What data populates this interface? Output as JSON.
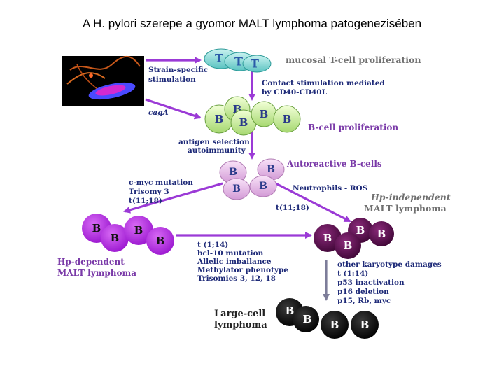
{
  "title": "A H. pylori szerepe a gyomor MALT lymphoma patogenezisében",
  "cell_letters": {
    "t": "T",
    "b": "B"
  },
  "labels": {
    "strain_specific_1": "Strain-specific",
    "strain_specific_2": "stimulation",
    "caga": "cagA",
    "mucosal_t": "mucosal T-cell proliferation",
    "contact_1": "Contact stimulation mediated",
    "contact_2": "by CD40-CD40L",
    "bcell_prolif": "B-cell proliferation",
    "antigen_1": "antigen selection",
    "antigen_2": "autoimmunity",
    "autoreactive": "Autoreactive B-cells",
    "cmyc_1": "c-myc mutation",
    "cmyc_2": "Trisomy 3",
    "cmyc_3": "t(11;18)",
    "neutrophils": "Neutrophils - ROS",
    "hp_indep_1": "Hp-independent",
    "hp_indep_2": "MALT lymphoma",
    "t1118": "t(11;18)",
    "hp_dep_1": "Hp-dependent",
    "hp_dep_2": "MALT lymphoma",
    "mut_1": "t (1;14)",
    "mut_2": "bcl-10 mutation",
    "mut_3": "Allelic imballance",
    "mut_4": "Methylator phenotype",
    "mut_5": "Trisomies 3, 12, 18",
    "kar_1": "other karyotype damages",
    "kar_2": "t (1:14)",
    "kar_3": "p53 inactivation",
    "kar_4": "p16 deletion",
    "kar_5": "p15, Rb, myc",
    "large_1": "Large-cell",
    "large_2": "lymphoma"
  },
  "colors": {
    "arrow": "#9b3ad6",
    "arrow_grey": "#8a8aa0",
    "t_cell": "#7fd6d4",
    "b_cell_green": "#c9e89a",
    "b_cell_pink": "#e6b8e6",
    "b_cell_purple": "#b233e8",
    "b_cell_dark": "#5a0f4e",
    "b_cell_black": "#0d0d0d"
  },
  "icons": {
    "bacterium": "bacterium-micrograph"
  }
}
